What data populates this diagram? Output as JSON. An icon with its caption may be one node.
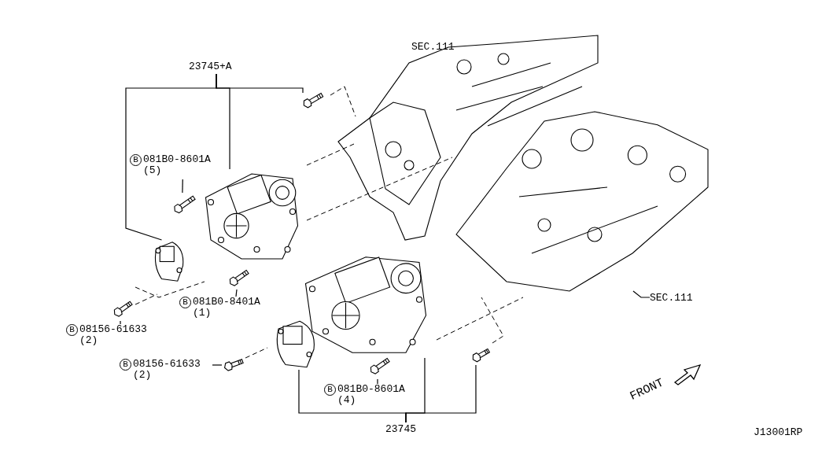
{
  "diagram": {
    "nodes": [
      {
        "text": [
          "23745+A"
        ]
      },
      {
        "text": [],
        "shape": "picture"
      },
      {
        "text": [],
        "shape": "picture"
      },
      {
        "text": [],
        "shape": "picture"
      },
      {
        "text": [
          "B",
          "081B0-8601A (5)"
        ]
      },
      {
        "text": [],
        "shape": "picture"
      },
      {
        "text": [
          "B",
          "081B0-8401A (1)"
        ]
      },
      {
        "text": [],
        "shape": "picture"
      },
      {
        "text": [
          "B",
          "08156-61633 (2)"
        ]
      },
      {
        "text": [],
        "shape": "picture"
      },
      {
        "text": [
          "B",
          "08156-61633 (2)"
        ]
      },
      {
        "text": [],
        "shape": "picture"
      },
      {
        "text": [
          "B",
          "081B0-8601A (4)"
        ]
      },
      {
        "text": [],
        "shape": "picture"
      },
      {
        "text": [
          "23745"
        ]
      },
      {
        "text": [],
        "shape": "picture"
      },
      {
        "text": [],
        "shape": "picture"
      },
      {
        "text": [],
        "shape": "picture"
      },
      {
        "text": [
          "SEC.111"
        ]
      },
      {
        "text": [],
        "shape": "picture"
      }
    ],
    "edges": [
      {
        "from": 0,
        "to": 1,
        "arrow": "none"
      },
      {
        "from": 0,
        "to": 2,
        "arrow": "none"
      },
      {
        "from": 0,
        "to": 3,
        "arrow": "none"
      },
      {
        "from": 4,
        "to": 5,
        "arrow": "none"
      },
      {
        "from": 6,
        "to": 7,
        "arrow": "none"
      },
      {
        "from": 8,
        "to": 9,
        "arrow": "none"
      },
      {
        "from": 10,
        "to": 11,
        "arrow": "none"
      },
      {
        "from": 12,
        "to": 13,
        "arrow": "none"
      },
      {
        "from": 14,
        "to": 15,
        "arrow": "none"
      },
      {
        "from": 14,
        "to": 16,
        "arrow": "none"
      },
      {
        "from": 14,
        "to": 17,
        "arrow": "none"
      },
      {
        "from": 18,
        "to": 19,
        "arrow": "none"
      }
    ],
    "labels": [
      "SEC.111",
      "FRONT",
      "J13001RP"
    ]
  }
}
